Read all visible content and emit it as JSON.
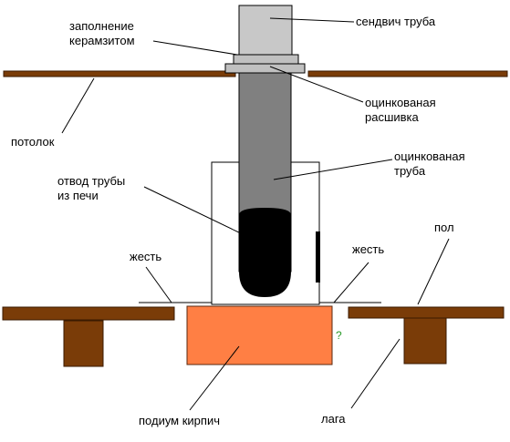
{
  "colors": {
    "wood": "#7a3c08",
    "wood_stroke": "#3a1a00",
    "brick": "#ff7f44",
    "brick_stroke": "#5a2a10",
    "sandwich_pipe": "#c8c8c8",
    "galvanized_pipe": "#808080",
    "flange": "#c0c0c0",
    "pipe_bottom": "#000000",
    "box_fill": "#ffffff",
    "line": "#000000",
    "question_mark": "#2a9a2a"
  },
  "labels": {
    "sandwich_pipe": "сендвич труба",
    "clay_fill_line1": "заполнение",
    "clay_fill_line2": "керамзитом",
    "galv_trim_line1": "оцинкованая",
    "galv_trim_line2": "расшивка",
    "ceiling": "потолок",
    "galv_pipe_line1": "оцинкованая",
    "galv_pipe_line2": "труба",
    "stove_pipe_line1": "отвод трубы",
    "stove_pipe_line2": "из печи",
    "tin_left": "жесть",
    "tin_right": "жесть",
    "floor": "пол",
    "podium": "подиум кирпич",
    "joist": "лага",
    "question": "?"
  }
}
